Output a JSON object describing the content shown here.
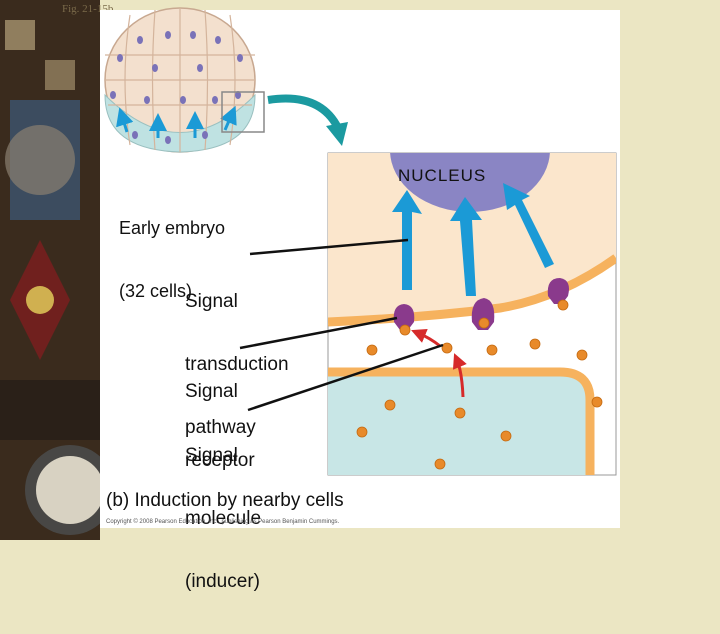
{
  "figure_ref": "Fig. 21-15b",
  "labels": {
    "embryo_line1": "Early embryo",
    "embryo_line2": "(32 cells)",
    "nucleus": "NUCLEUS",
    "transduction_line1": "Signal",
    "transduction_line2": "transduction",
    "transduction_line3": "pathway",
    "receptor_line1": "Signal",
    "receptor_line2": "receptor",
    "molecule_line1": "Signal",
    "molecule_line2": "molecule",
    "molecule_line3": "(inducer)"
  },
  "caption": "(b) Induction by nearby cells",
  "copyright": "Copyright © 2008 Pearson Education, Inc., publishing as Pearson Benjamin Cummings.",
  "colors": {
    "panel_bg": "#ffffff",
    "cytoplasm": "#fbe6cc",
    "membrane": "#f6b25e",
    "nucleus": "#8a85c4",
    "signal_arrow": "#1b9ad6",
    "receptor": "#8a3a8c",
    "molecule": "#e88a2a",
    "inducer_arrow": "#d62a2a",
    "lower_cell": "#c8e6e6",
    "teal_arrow": "#1b9aa0"
  }
}
